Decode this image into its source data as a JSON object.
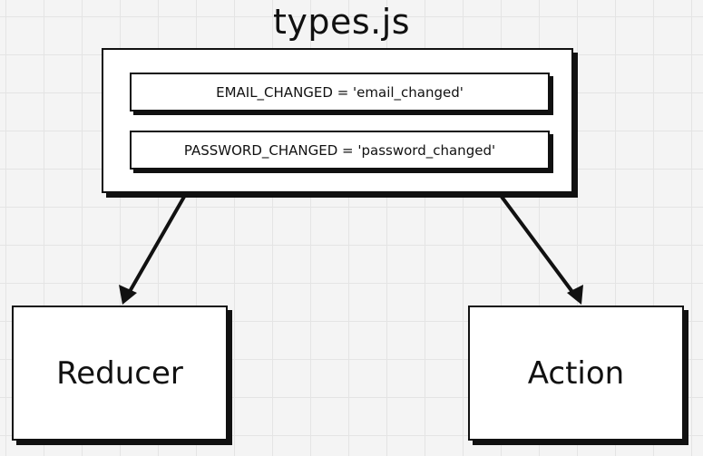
{
  "diagram": {
    "title": "types.js",
    "constants": [
      "EMAIL_CHANGED = 'email_changed'",
      "PASSWORD_CHANGED = 'password_changed'"
    ],
    "targets": {
      "reducer": "Reducer",
      "action": "Action"
    },
    "edges": [
      {
        "from": "types.js",
        "to": "Reducer"
      },
      {
        "from": "types.js",
        "to": "Action"
      }
    ]
  }
}
